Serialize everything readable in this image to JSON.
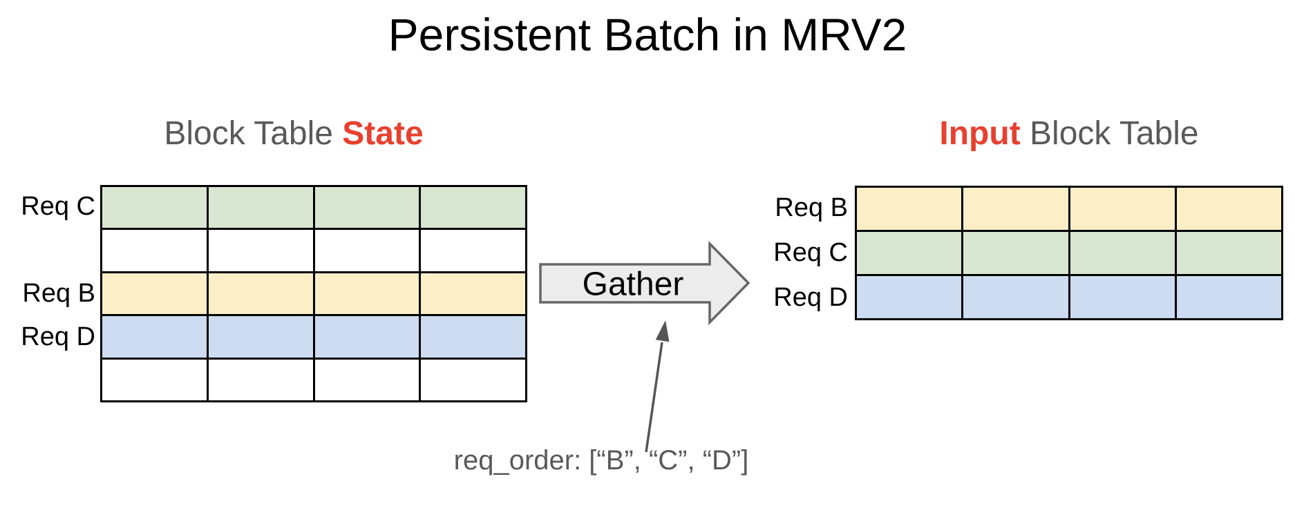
{
  "title": "Persistent Batch in MRV2",
  "colors": {
    "heading_gray": "#595959",
    "accent_red": "#e8402f",
    "label_black": "#000000",
    "cell_green": "#d9e7d2",
    "cell_yellow": "#fcefc7",
    "cell_blue": "#cddcf0",
    "cell_white": "#ffffff",
    "arrow_fill": "#ececec",
    "arrow_stroke": "#666666",
    "annotation_arrow": "#555555",
    "annotation_text": "#595959"
  },
  "left_section": {
    "heading": {
      "prefix": "Block Table ",
      "highlight": "State"
    },
    "table": {
      "columns": 4,
      "rows": [
        {
          "label": "Req C",
          "color": "#d9e7d2"
        },
        {
          "label": "",
          "color": "#ffffff"
        },
        {
          "label": "Req B",
          "color": "#fcefc7"
        },
        {
          "label": "Req D",
          "color": "#cddcf0"
        },
        {
          "label": "",
          "color": "#ffffff"
        }
      ]
    }
  },
  "gather": {
    "label": "Gather"
  },
  "right_section": {
    "heading": {
      "highlight": "Input",
      "suffix": " Block Table"
    },
    "table": {
      "columns": 4,
      "rows": [
        {
          "label": "Req B",
          "color": "#fcefc7"
        },
        {
          "label": "Req C",
          "color": "#d9e7d2"
        },
        {
          "label": "Req D",
          "color": "#cddcf0"
        }
      ]
    }
  },
  "annotation": {
    "text": "req_order: [“B”, “C”, “D”]"
  }
}
